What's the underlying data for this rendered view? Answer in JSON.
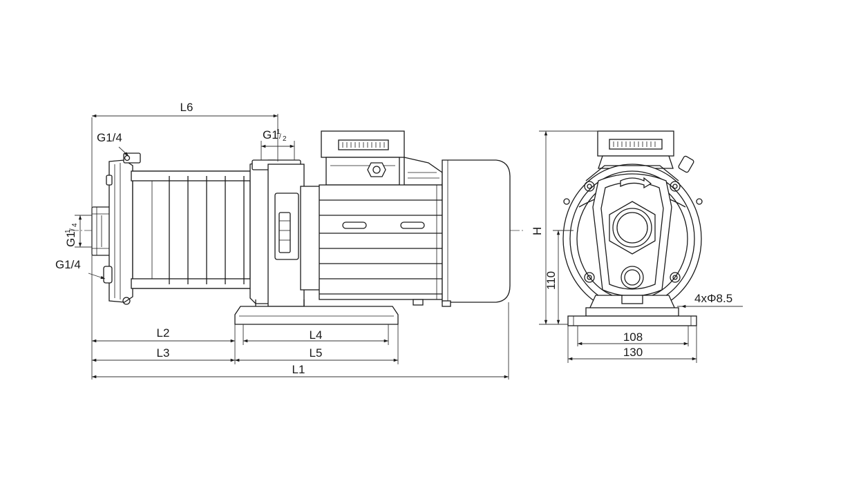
{
  "labels": {
    "l6": "L6",
    "g14_top": "G1/4",
    "g112_main": "G1",
    "g112_sup": "1",
    "g112_sub": "2",
    "g114_main": "G1",
    "g114_sup": "1",
    "g114_sub": "4",
    "g14_bottom": "G1/4",
    "l1": "L1",
    "l2": "L2",
    "l3": "L3",
    "l4": "L4",
    "l5": "L5",
    "h": "H",
    "d110": "110",
    "holes": "4xΦ8.5",
    "d108": "108",
    "d130": "130"
  },
  "colors": {
    "line": "#1a1a1a",
    "background": "#ffffff"
  }
}
